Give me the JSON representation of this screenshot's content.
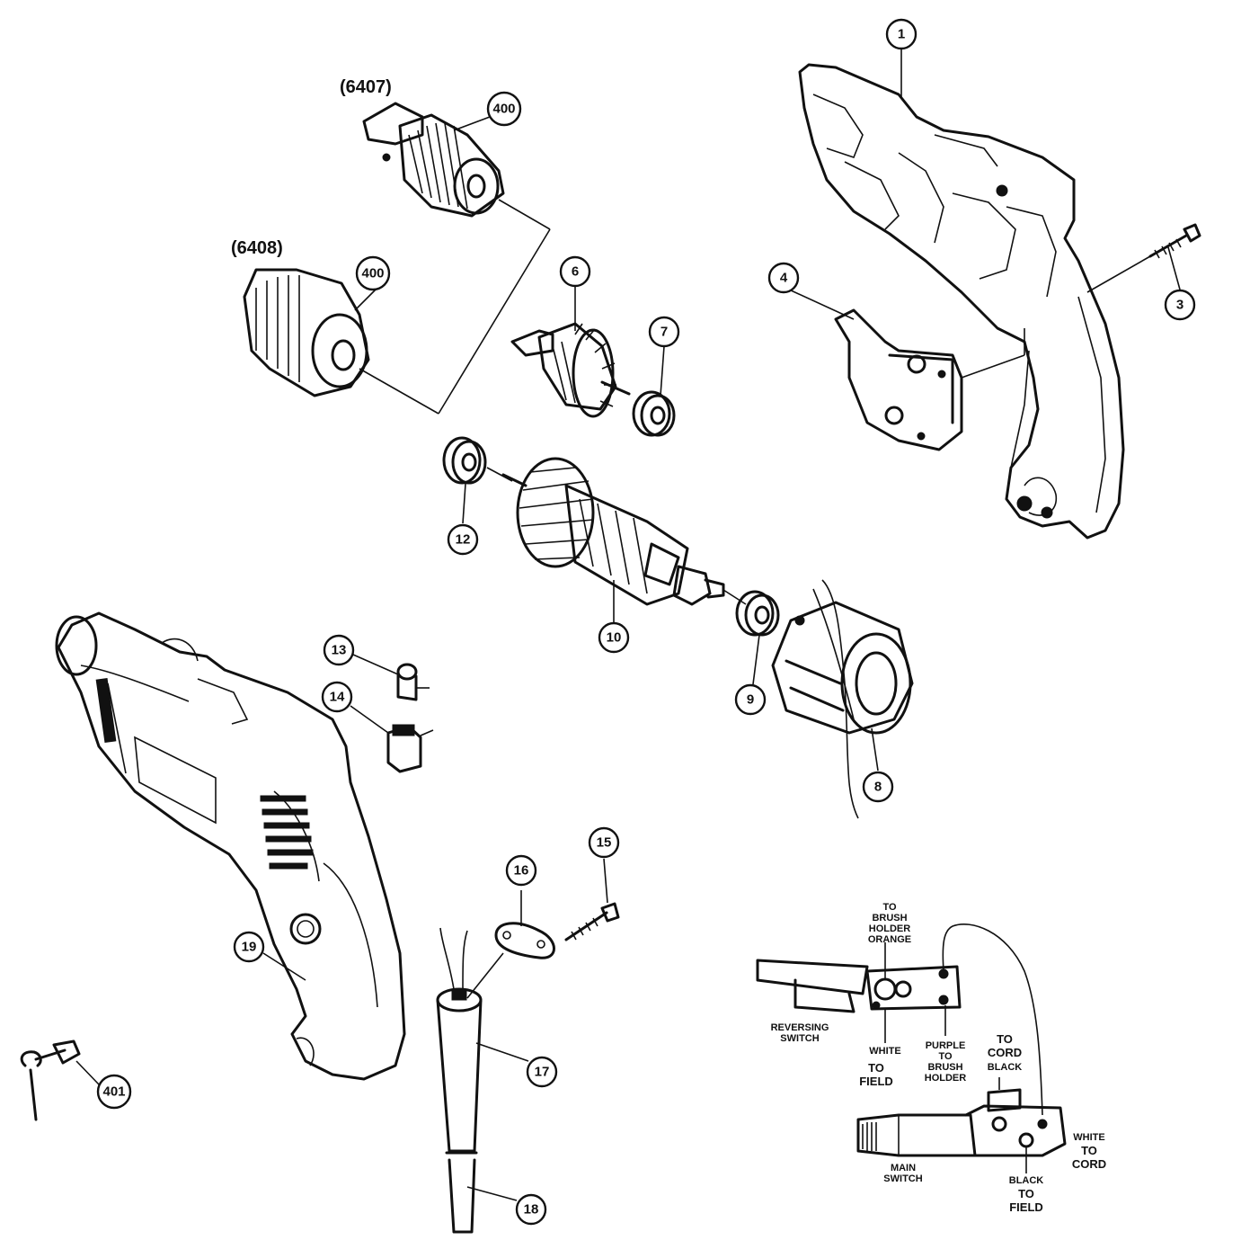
{
  "model_labels": {
    "model_a": "(6407)",
    "model_b": "(6408)"
  },
  "callouts": {
    "c1": "1",
    "c3": "3",
    "c4": "4",
    "c6": "6",
    "c7": "7",
    "c8": "8",
    "c9": "9",
    "c10": "10",
    "c12": "12",
    "c13": "13",
    "c14": "14",
    "c15": "15",
    "c16": "16",
    "c17": "17",
    "c18": "18",
    "c19": "19",
    "c400a": "400",
    "c400b": "400",
    "c401": "401"
  },
  "wiring": {
    "to_brush_holder_orange": [
      "TO",
      "BRUSH",
      "HOLDER",
      "ORANGE"
    ],
    "reversing_switch": [
      "REVERSING",
      "SWITCH"
    ],
    "white": "WHITE",
    "to_field_left": [
      "TO",
      "FIELD"
    ],
    "purple_to_brush_holder": [
      "PURPLE",
      "TO",
      "BRUSH",
      "HOLDER"
    ],
    "to_cord_black": [
      "TO",
      "CORD",
      "BLACK"
    ],
    "main_switch": [
      "MAIN",
      "SWITCH"
    ],
    "white_to_cord": [
      "WHITE",
      "TO",
      "CORD"
    ],
    "black_to_field": [
      "BLACK",
      "TO",
      "FIELD"
    ]
  }
}
